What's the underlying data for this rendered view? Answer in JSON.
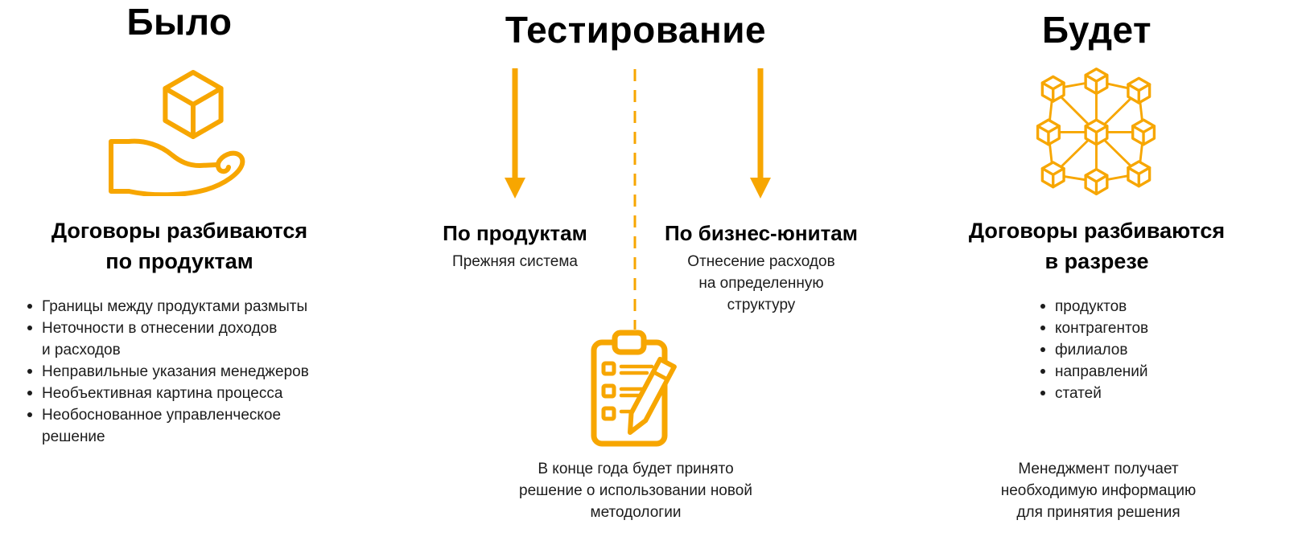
{
  "accent_color": "#F7A600",
  "text_color": "#1c1c1c",
  "background_color": "#FFFFFF",
  "columns": {
    "before": {
      "title": "Было",
      "icon": "hand-holding-cube",
      "heading": "Договоры разбиваются\nпо продуктам",
      "bullets": [
        "Границы между продуктами размыты",
        "Неточности в отнесении доходов\nи расходов",
        "Неправильные указания менеджеров",
        "Необъективная картина процесса",
        "Необоснованное управленческое\nрешение"
      ]
    },
    "testing": {
      "title": "Тестирование",
      "branches": [
        {
          "heading": "По продуктам",
          "subtitle": "Прежняя система"
        },
        {
          "heading": "По бизнес-юнитам",
          "subtitle": "Отнесение расходов\nна определенную\nструктуру"
        }
      ],
      "icon": "clipboard-checklist",
      "footer": "В конце года будет принято\nрешение о использовании новой\nметодологии"
    },
    "after": {
      "title": "Будет",
      "icon": "cube-network",
      "heading": "Договоры разбиваются\nв разрезе",
      "bullets": [
        "продуктов",
        "контрагентов",
        "филиалов",
        "направлений",
        "статей"
      ],
      "footer": "Менеджмент получает\nнеобходимую информацию\nдля принятия решения"
    }
  }
}
